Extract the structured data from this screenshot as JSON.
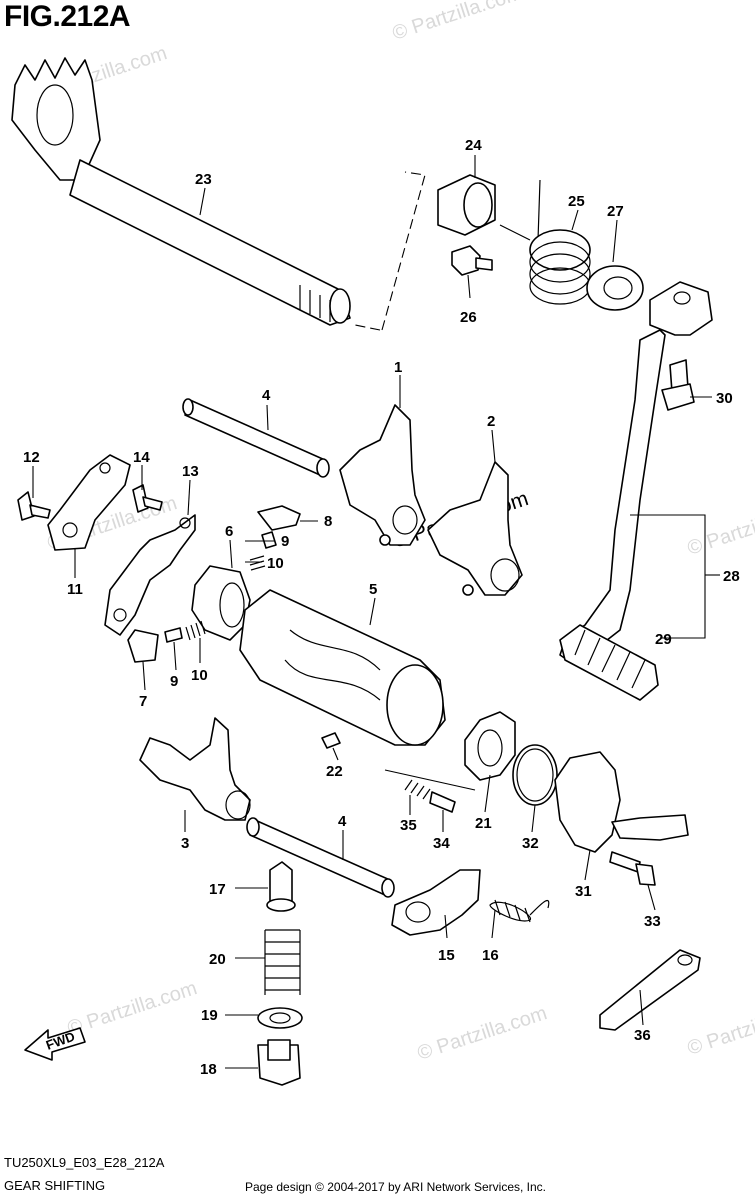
{
  "figure": {
    "title": "FIG.212A",
    "model_code": "TU250XL9_E03_E28_212A",
    "caption": "GEAR SHIFTING",
    "copyright": "Page design © 2004-2017 by ARI Network Services, Inc.",
    "watermark": "© Partzilla.com",
    "watermark_center": "© Partzilla.com",
    "fwd_label": "FWD"
  },
  "callouts": [
    "1",
    "2",
    "3",
    "4",
    "4",
    "5",
    "6",
    "7",
    "8",
    "9",
    "9",
    "10",
    "10",
    "11",
    "12",
    "13",
    "14",
    "15",
    "16",
    "17",
    "18",
    "19",
    "20",
    "21",
    "22",
    "23",
    "24",
    "25",
    "26",
    "27",
    "28",
    "29",
    "30",
    "31",
    "32",
    "33",
    "34",
    "35",
    "36"
  ]
}
